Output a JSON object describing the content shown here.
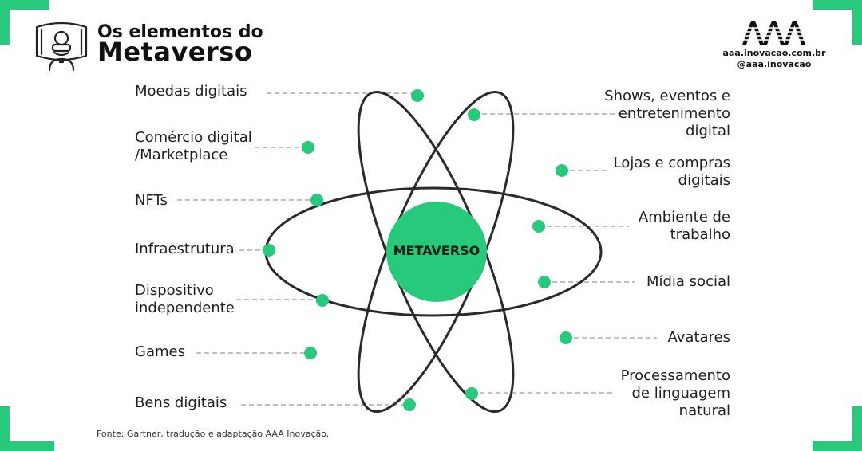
{
  "header": {
    "title_line1": "Os elementos do",
    "title_line2": "Metaverso",
    "icon": "vr-headset-person-icon"
  },
  "brand": {
    "logo": "aaa-logo",
    "site": "aaa.inovacao.com.br",
    "handle": "@aaa.inovacao"
  },
  "diagram": {
    "center_label": "METAVERSO",
    "colors": {
      "accent": "#27c97a",
      "orbit": "#2a2a2a",
      "leader": "#9a9a9a"
    },
    "left_items": [
      {
        "lines": [
          "Moedas digitais"
        ]
      },
      {
        "lines": [
          "Comércio digital",
          "/Marketplace"
        ]
      },
      {
        "lines": [
          "NFTs"
        ]
      },
      {
        "lines": [
          "Infraestrutura"
        ]
      },
      {
        "lines": [
          "Dispositivo",
          "independente"
        ]
      },
      {
        "lines": [
          "Games"
        ]
      },
      {
        "lines": [
          "Bens digitais"
        ]
      }
    ],
    "right_items": [
      {
        "lines": [
          "Shows, eventos e",
          "entretenimento",
          "digital"
        ]
      },
      {
        "lines": [
          "Lojas e compras",
          "digitais"
        ]
      },
      {
        "lines": [
          "Ambiente de",
          "trabalho"
        ]
      },
      {
        "lines": [
          "Mídia social"
        ]
      },
      {
        "lines": [
          "Avatares"
        ]
      },
      {
        "lines": [
          "Processamento",
          "de linguagem",
          "natural"
        ]
      }
    ]
  },
  "footer": {
    "source": "Fonte: Gartner, tradução e adaptação AAA Inovação."
  }
}
